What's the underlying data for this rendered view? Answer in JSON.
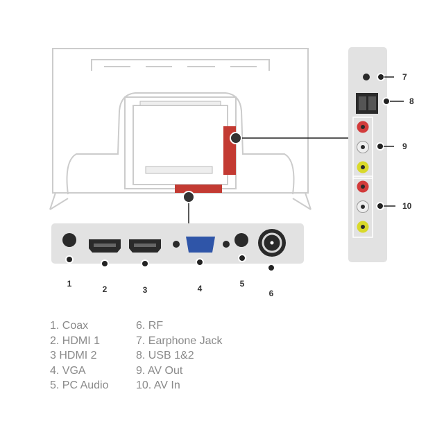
{
  "colors": {
    "outline": "#cccccc",
    "panel": "#e2e2e2",
    "port_dark": "#2a2a2a",
    "vga": "#2f55a8",
    "red_zone": "#c33a32",
    "rca_red": "#d23b3b",
    "rca_white": "#eeeeee",
    "rca_yellow": "#d9d92a",
    "leader": "#222222",
    "legend_text": "#8a8a8a"
  },
  "ports": [
    {
      "number": "1",
      "icon": "coax-port-icon"
    },
    {
      "number": "2",
      "icon": "hdmi-port-icon"
    },
    {
      "number": "3",
      "icon": "hdmi-port-icon"
    },
    {
      "number": "4",
      "icon": "vga-port-icon"
    },
    {
      "number": "5",
      "icon": "audio-jack-icon"
    },
    {
      "number": "6",
      "icon": "rf-connector-icon"
    },
    {
      "number": "7",
      "icon": "earphone-jack-icon"
    },
    {
      "number": "8",
      "icon": "usb-port-icon"
    },
    {
      "number": "9",
      "icon": "rca-group-icon"
    },
    {
      "number": "10",
      "icon": "rca-group-icon"
    }
  ],
  "legend": {
    "left": [
      "1. Coax",
      "2. HDMI 1",
      "3  HDMI 2",
      "4. VGA",
      "5. PC Audio"
    ],
    "right": [
      "6. RF",
      "7. Earphone Jack",
      "8. USB 1&2",
      "9. AV Out",
      "10. AV In"
    ]
  }
}
